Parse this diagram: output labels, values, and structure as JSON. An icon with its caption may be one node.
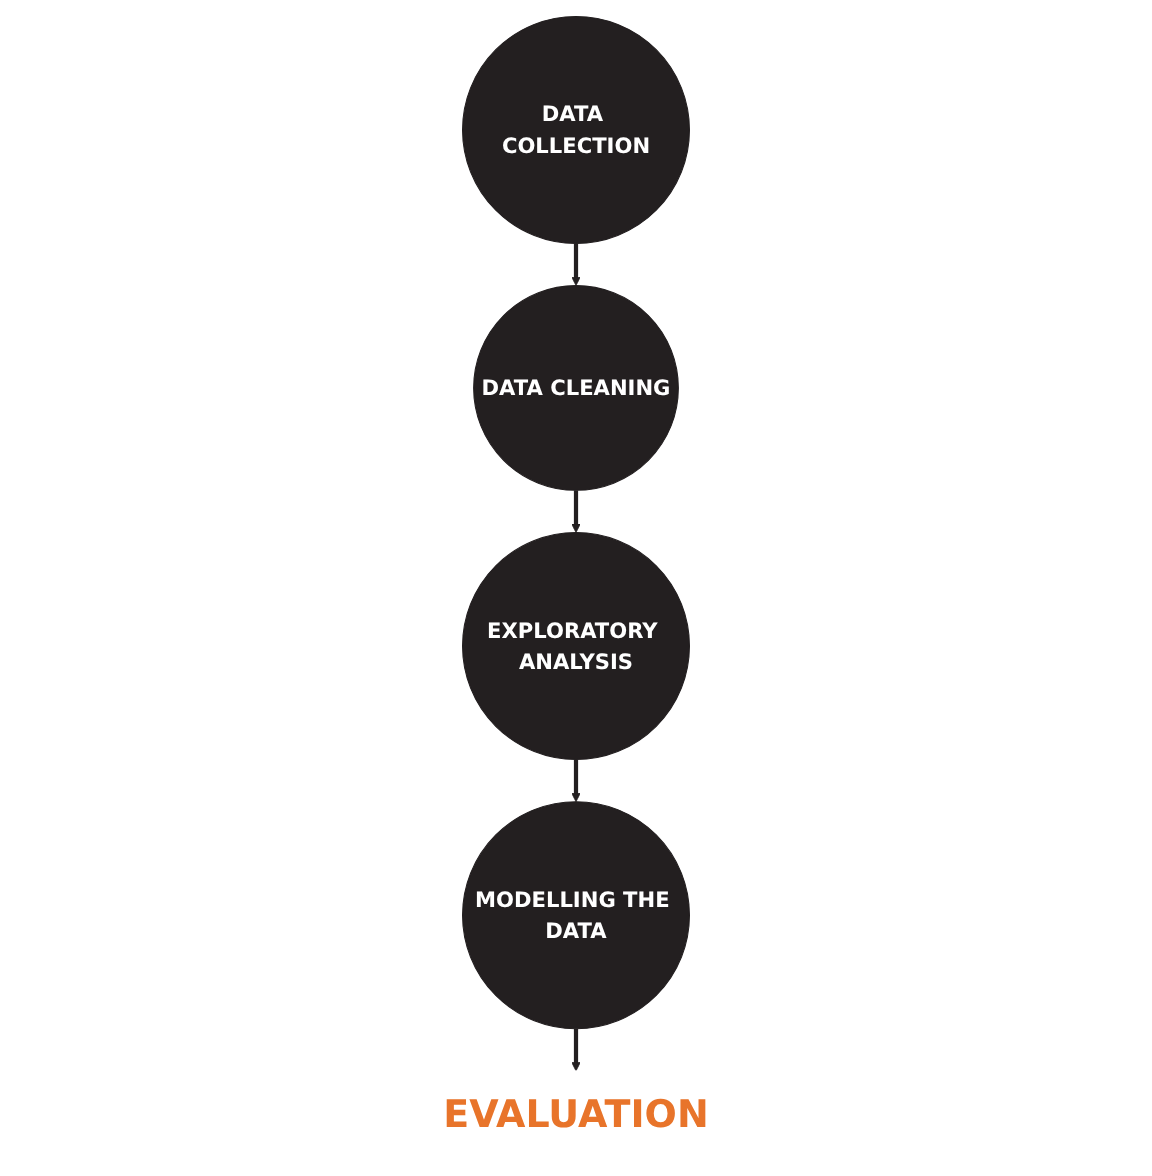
{
  "diagram": {
    "nodes": [
      {
        "text": [
          "DATA COLLECTION"
        ]
      },
      {
        "text": [
          "DATA CLEANING"
        ]
      },
      {
        "text": [
          "EXPLORATORY ANALYSIS"
        ]
      },
      {
        "text": [
          "MODELLING THE DATA"
        ]
      },
      {
        "text": [
          "EVALUATION"
        ]
      }
    ],
    "edges": [
      {
        "from": 0,
        "to": 1,
        "arrow": "to"
      },
      {
        "from": 1,
        "to": 2,
        "arrow": "to"
      },
      {
        "from": 2,
        "to": 3,
        "arrow": "to"
      },
      {
        "from": 3,
        "to": 4,
        "arrow": "to"
      }
    ]
  }
}
